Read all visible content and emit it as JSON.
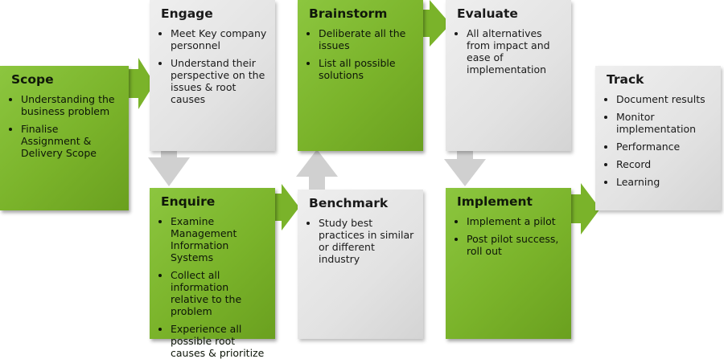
{
  "boxes": {
    "scope": {
      "title": "Scope",
      "items": [
        "Understanding the business problem",
        "Finalise Assignment & Delivery Scope"
      ]
    },
    "engage": {
      "title": "Engage",
      "items": [
        "Meet Key company personnel",
        "Understand their perspective on the issues & root causes"
      ]
    },
    "enquire": {
      "title": "Enquire",
      "items": [
        "Examine Management Information Systems",
        "Collect all information relative to the problem",
        "Experience all possible root causes & prioritize"
      ]
    },
    "brainstorm": {
      "title": "Brainstorm",
      "items": [
        "Deliberate all the issues",
        "List all possible solutions"
      ]
    },
    "benchmark": {
      "title": "Benchmark",
      "items": [
        "Study best practices in similar or different industry"
      ]
    },
    "evaluate": {
      "title": "Evaluate",
      "items": [
        "All alternatives from impact and ease of implementation"
      ]
    },
    "implement": {
      "title": "Implement",
      "items": [
        "Implement a pilot",
        "Post pilot success, roll out"
      ]
    },
    "track": {
      "title": "Track",
      "items": [
        "Document results",
        "Monitor implementation",
        "Performance",
        "Record",
        "Learning"
      ]
    }
  },
  "colors": {
    "green": "#7ab32a",
    "gray": "#e2e2e2"
  }
}
